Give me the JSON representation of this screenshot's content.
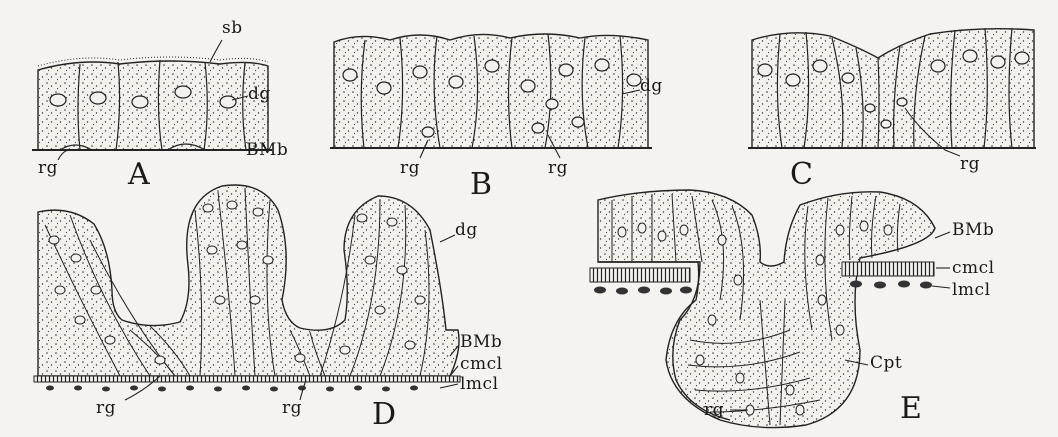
{
  "figure": {
    "labels": {
      "sb": "sb",
      "dg": "dg",
      "bmb": "BMb",
      "rg": "rg",
      "cmcl": "cmcl",
      "lmcl": "lmcl",
      "cpt": "Cpt"
    },
    "panels": {
      "a": "A",
      "b": "B",
      "c": "C",
      "d": "D",
      "e": "E"
    }
  }
}
